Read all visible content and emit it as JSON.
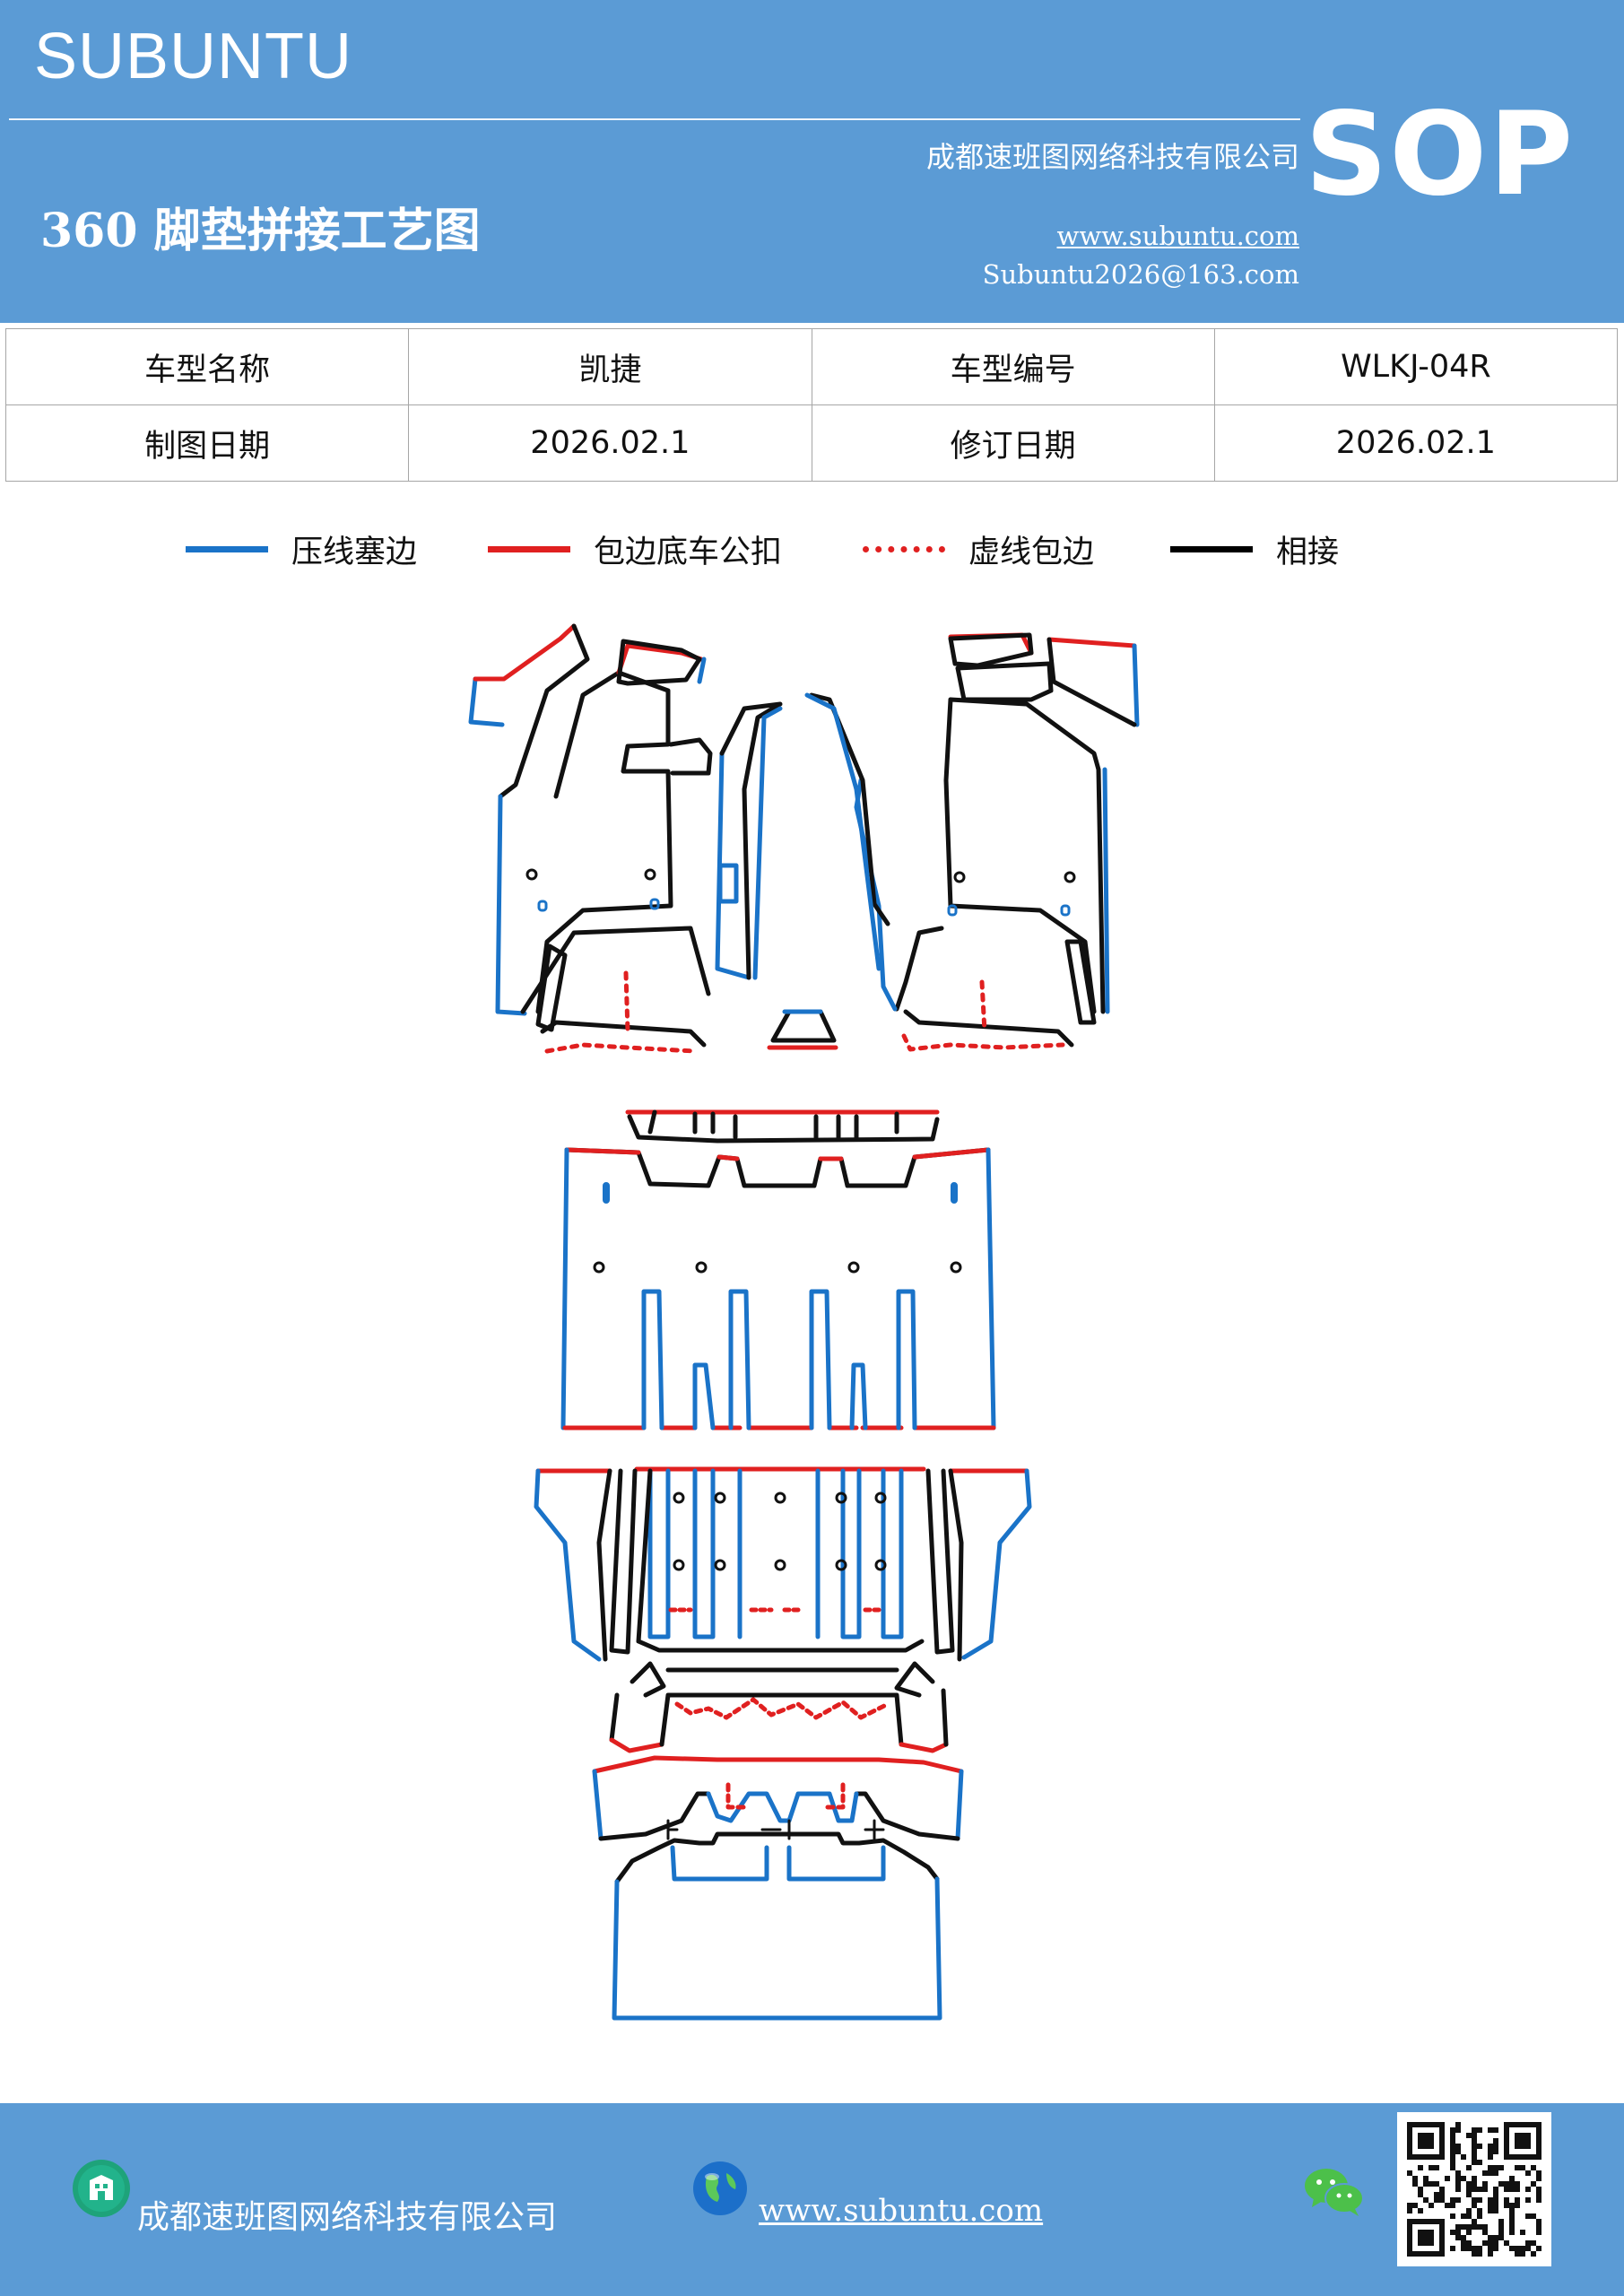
{
  "header": {
    "brand": "SUBUNTU",
    "company": "成都速班图网络科技有限公司",
    "title": "360 脚垫拼接工艺图",
    "website": "www.subuntu.com",
    "email": "Subuntu2026@163.com",
    "badge": "SOP"
  },
  "info_table": {
    "row1": {
      "label1": "车型名称",
      "value1": "凯捷",
      "label2": "车型编号",
      "value2": "WLKJ-04R"
    },
    "row2": {
      "label1": "制图日期",
      "value1": "2026.02.1",
      "label2": "修订日期",
      "value2": "2026.02.1"
    }
  },
  "legend": [
    {
      "label": "压线塞边",
      "color": "#1a73c8",
      "style": "solid"
    },
    {
      "label": "包边底车公扣",
      "color": "#e02020",
      "style": "solid"
    },
    {
      "label": "虚线包边",
      "color": "#e02020",
      "style": "dotted"
    },
    {
      "label": "相接",
      "color": "#000000",
      "style": "solid"
    }
  ],
  "colors": {
    "blue": "#1a73c8",
    "red": "#e02020",
    "black": "#111111",
    "brand": "#5b9bd5"
  },
  "footer": {
    "company": "成都速班图网络科技有限公司",
    "website": "www.subuntu.com",
    "company_icon": "building-icon",
    "web_icon": "globe-icon",
    "chat_icon": "wechat-icon",
    "qr": "qr-code"
  }
}
